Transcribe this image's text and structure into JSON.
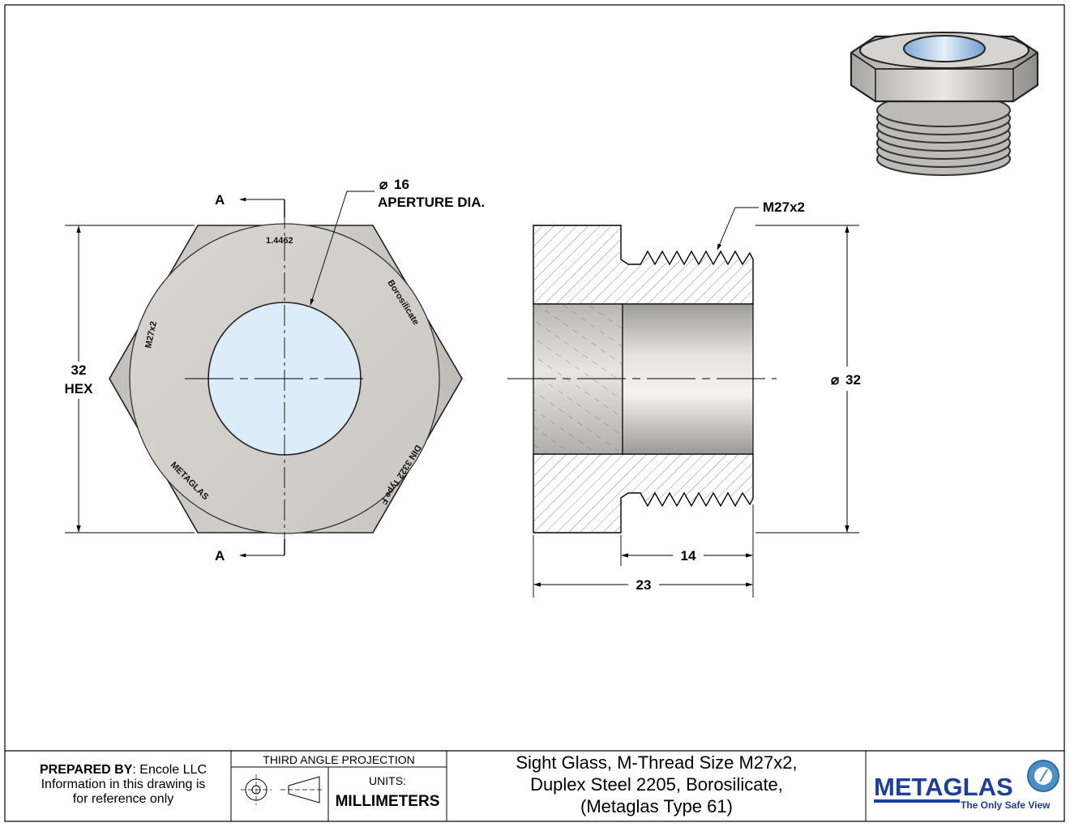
{
  "front_view": {
    "section_letter_top": "A",
    "section_letter_bottom": "A",
    "aperture_dim": "16",
    "aperture_label": "APERTURE DIA.",
    "hex_dim_value": "32",
    "hex_dim_unit": "HEX",
    "engraving": {
      "material": "1.4462",
      "glass": "Borosilicate",
      "thread": "M27x2",
      "standard": "DIN 3322 Type F",
      "brand": "METAGLAS"
    }
  },
  "section_view": {
    "thread_callout": "M27x2",
    "diameter_dim": "32",
    "thread_length_dim": "14",
    "overall_length_dim": "23"
  },
  "title_block": {
    "prepared_by_label": "PREPARED BY",
    "prepared_by_value": ": Encole LLC",
    "note_line1": "Information in this drawing is",
    "note_line2": "for reference only",
    "projection_label": "THIRD ANGLE PROJECTION",
    "units_label": "UNITS:",
    "units_value": "MILLIMETERS",
    "title_line1": "Sight Glass, M-Thread Size M27x2,",
    "title_line2": "Duplex Steel 2205, Borosilicate,",
    "title_line3": "(Metaglas Type 61)",
    "logo_text": "METAGLAS",
    "logo_tagline": "The Only Safe View"
  },
  "colors": {
    "steel": "#cfccc8",
    "glass": "#dcecf8",
    "logo_blue": "#1d3f9b",
    "logo_circle": "#4b8fc4"
  }
}
